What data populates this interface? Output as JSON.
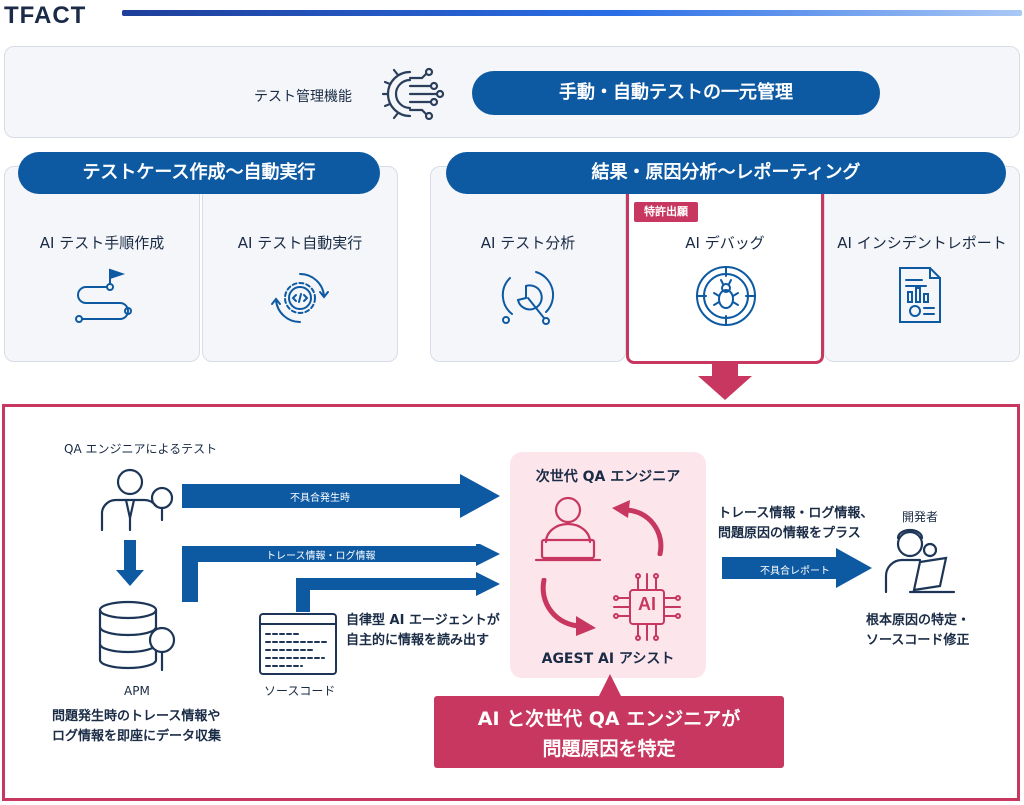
{
  "brand": {
    "logo": "TFACT"
  },
  "top": {
    "label": "テスト管理機能",
    "pill": "手動・自動テストの一元管理"
  },
  "left_group": {
    "pill": "テストケース作成〜自動実行",
    "cards": [
      {
        "title": "AI テスト手順作成",
        "icon": "flag-path-icon"
      },
      {
        "title": "AI テスト自動実行",
        "icon": "gear-code-cycle-icon"
      }
    ]
  },
  "right_group": {
    "pill": "結果・原因分析〜レポーティング",
    "cards": [
      {
        "title": "AI テスト分析",
        "icon": "analysis-cycle-icon"
      },
      {
        "title": "AI デバッグ",
        "icon": "bug-target-icon",
        "badge": "特許出願"
      },
      {
        "title": "AI インシデントレポート",
        "icon": "report-document-icon"
      }
    ]
  },
  "flow": {
    "qa_test_label": "QA エンジニアによるテスト",
    "arrow_defect": "不具合発生時",
    "arrow_trace": "トレース情報・ログ情報",
    "apm_label": "APM",
    "apm_desc_1": "問題発生時のトレース情報や",
    "apm_desc_2": "ログ情報を即座にデータ収集",
    "source_code_label": "ソースコード",
    "agent_line_1": "自律型 AI エージェントが",
    "agent_line_2": "自主的に情報を読み出す",
    "center_title": "次世代 QA エンジニア",
    "center_bottom": "AGEST AI アシスト",
    "ai_chip": "AI",
    "plus_line_1": "トレース情報・ログ情報、",
    "plus_line_2": "問題原因の情報をプラス",
    "arrow_report": "不具合レポート",
    "developer_label": "開発者",
    "dev_result_1": "根本原因の特定・",
    "dev_result_2": "ソースコード修正",
    "banner_line_1": "AI と次世代 QA エンジニアが",
    "banner_line_2": "問題原因を特定"
  },
  "colors": {
    "primary_blue": "#0d5aa3",
    "accent_crimson": "#c8375f",
    "panel_bg": "#f4f6f9",
    "pink_bg": "#fce6ec"
  }
}
